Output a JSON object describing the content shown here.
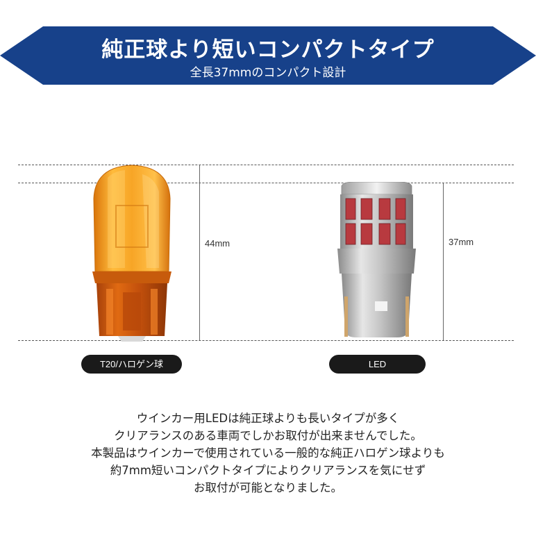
{
  "banner": {
    "title": "純正球より短いコンパクトタイプ",
    "subtitle": "全長37mmのコンパクト設計",
    "color": "#17418a"
  },
  "halogen": {
    "dimension": "44mm",
    "label": "T20/ハロゲン球",
    "color": "#f29a1f"
  },
  "led": {
    "dimension": "37mm",
    "label": "LED",
    "chip_color": "#b83a3f"
  },
  "description": [
    "ウインカー用LEDは純正球よりも長いタイプが多く",
    "クリアランスのある車両でしかお取付が出来ませんでした。",
    "本製品はウインカーで使用されている一般的な純正ハロゲン球よりも",
    "約7mm短いコンパクトタイプによりクリアランスを気にせず",
    "お取付が可能となりました。"
  ]
}
